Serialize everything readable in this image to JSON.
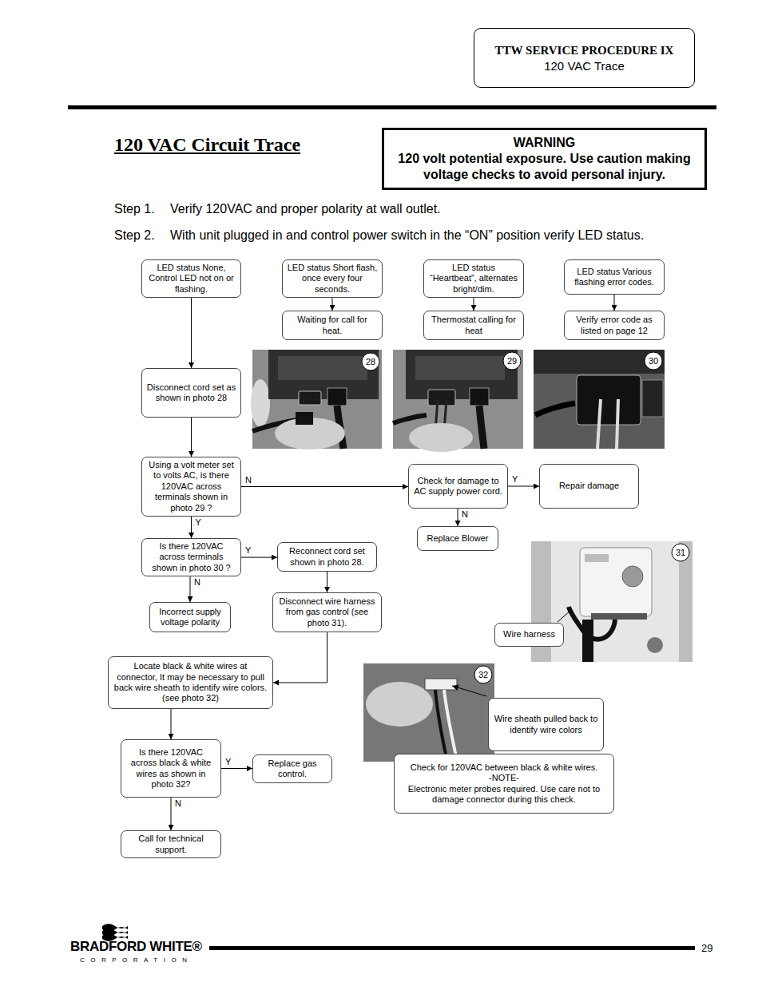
{
  "diagram": {
    "title": "120 VAC Circuit Trace",
    "nodes": [
      {
        "text": [
          "TTW SERVICE PROCEDURE IX",
          "120 VAC Trace"
        ]
      },
      {
        "text": [
          "WARNING",
          "120 volt potential exposure. Use caution making voltage checks to avoid personal injury."
        ]
      },
      {
        "text": [
          "LED status None, Control LED not on or flashing."
        ]
      },
      {
        "text": [
          "LED status Short flash, once every four seconds."
        ]
      },
      {
        "text": [
          "LED status “Heartbeat”, alternates bright/dim."
        ]
      },
      {
        "text": [
          "LED status Various flashing error codes."
        ]
      },
      {
        "text": [
          "Waiting for call for heat."
        ]
      },
      {
        "text": [
          "Thermostat calling for heat"
        ]
      },
      {
        "text": [
          "Verify error code as listed on page 12"
        ]
      },
      {
        "text": [
          "Disconnect cord set as shown in photo 28"
        ]
      },
      {
        "text": [
          "Using a volt meter set to volts AC, is there 120VAC across terminals shown in photo 29 ?"
        ]
      },
      {
        "text": [
          "Check for damage to AC supply power cord."
        ]
      },
      {
        "text": [
          "Repair damage"
        ]
      },
      {
        "text": [
          "Replace Blower"
        ]
      },
      {
        "text": [
          "Is there 120VAC across terminals shown in photo 30 ?"
        ]
      },
      {
        "text": [
          "Reconnect cord set shown in photo 28."
        ]
      },
      {
        "text": [
          "Incorrect supply voltage polarity"
        ]
      },
      {
        "text": [
          "Disconnect wire harness from gas control (see photo 31)."
        ]
      },
      {
        "text": [
          "Wire harness"
        ]
      },
      {
        "text": [
          "Locate black & white wires at connector, It may be necessary to pull back wire sheath to identify wire colors. (see photo 32)"
        ]
      },
      {
        "text": [
          "Wire sheath pulled back to identify wire colors"
        ]
      },
      {
        "text": [
          "Is there 120VAC across black & white wires as shown in photo 32?"
        ]
      },
      {
        "text": [
          "Replace gas control."
        ]
      },
      {
        "text": [
          "Check for 120VAC between black & white wires.",
          "-NOTE-",
          "Electronic meter probes required. Use care not to damage connector during this check."
        ]
      },
      {
        "text": [
          "Call for technical support."
        ]
      }
    ],
    "edges": [
      {
        "from": 2,
        "to": 9,
        "arrow": "to"
      },
      {
        "from": 3,
        "to": 6,
        "arrow": "to"
      },
      {
        "from": 4,
        "to": 7,
        "arrow": "to"
      },
      {
        "from": 5,
        "to": 8,
        "arrow": "to"
      },
      {
        "from": 9,
        "to": 10,
        "arrow": "to"
      },
      {
        "from": 10,
        "to": 11,
        "label": "N",
        "arrow": "to"
      },
      {
        "from": 11,
        "to": 12,
        "label": "Y",
        "arrow": "to"
      },
      {
        "from": 11,
        "to": 13,
        "label": "N",
        "arrow": "to"
      },
      {
        "from": 10,
        "to": 14,
        "label": "Y",
        "arrow": "to"
      },
      {
        "from": 14,
        "to": 15,
        "label": "Y",
        "arrow": "to"
      },
      {
        "from": 14,
        "to": 16,
        "label": "N",
        "arrow": "to"
      },
      {
        "from": 15,
        "to": 17,
        "arrow": "to"
      },
      {
        "from": 17,
        "to": 19,
        "arrow": "to"
      },
      {
        "from": 19,
        "to": 21,
        "arrow": "to"
      },
      {
        "from": 21,
        "to": 22,
        "label": "Y",
        "arrow": "to"
      },
      {
        "from": 21,
        "to": 24,
        "label": "N",
        "arrow": "to"
      }
    ],
    "labels": [
      "!",
      "Step 1.",
      "Verify 120VAC and proper polarity at wall outlet.",
      "Step 2.",
      "With unit plugged in and control power switch in the “ON” position verify LED status.",
      "28",
      "29",
      "30",
      "31",
      "32",
      "BRADFORD WHITE®",
      "CORPORATION",
      "29"
    ]
  }
}
